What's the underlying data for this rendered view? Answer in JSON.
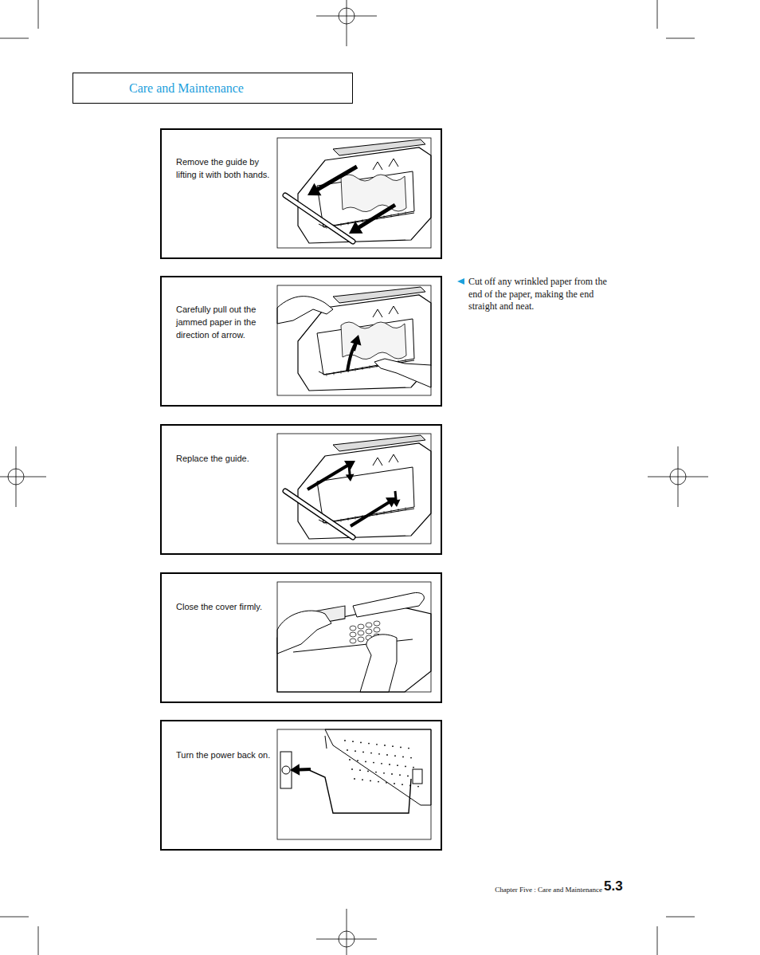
{
  "diagram": {
    "nodes": [
      {
        "text": [
          "Care and Maintenance"
        ]
      },
      {
        "text": [
          "Remove the guide by lifting it with both hands."
        ]
      },
      {
        "text": [
          "Carefully pull out the jammed paper in the direction of arrow."
        ]
      },
      {
        "text": [
          "Replace the guide."
        ]
      },
      {
        "text": [
          "Close the cover firmly."
        ]
      },
      {
        "text": [
          "Turn the power back on."
        ]
      }
    ],
    "labels": [
      "Cut off any wrinkled paper from the end of the paper, making the end straight and neat.",
      "Chapter Five : Care and Maintenance",
      "5.3"
    ]
  }
}
